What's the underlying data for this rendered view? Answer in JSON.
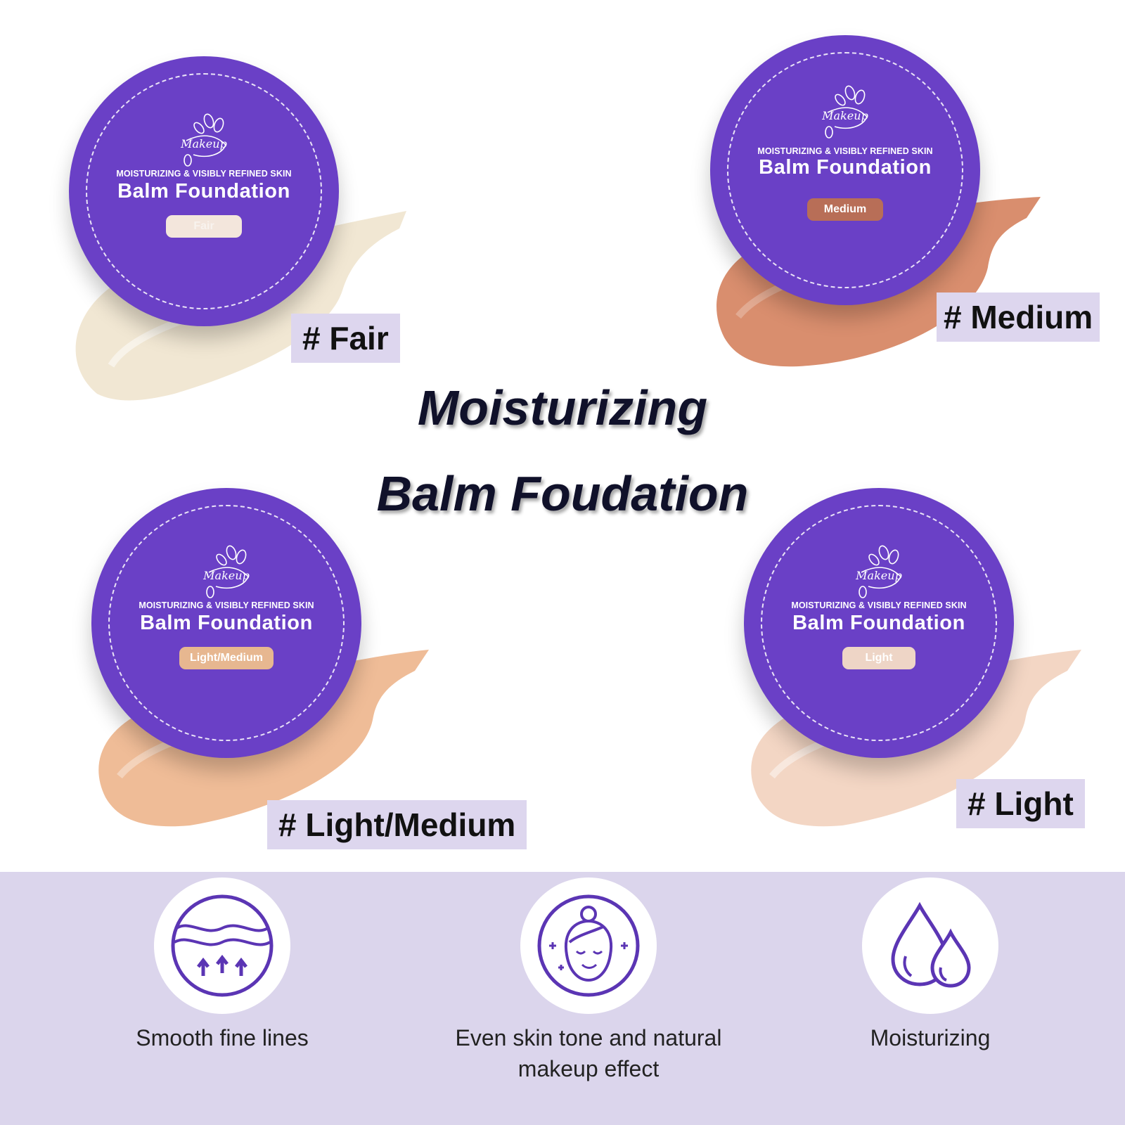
{
  "headline": {
    "line1": "Moisturizing",
    "line2": "Balm Foudation"
  },
  "products": [
    {
      "lid_subtitle": "MOISTURIZING & VISIBLY REFINED SKIN",
      "lid_title": "Balm Foundation",
      "logo_text": "Makeup",
      "shade_label": "Fair",
      "tag": "# Fair",
      "swatch_color": "#f1e7d3",
      "pill_color": "#f3e6dc"
    },
    {
      "lid_subtitle": "MOISTURIZING & VISIBLY REFINED SKIN",
      "lid_title": "Balm Foundation",
      "logo_text": "Makeup",
      "shade_label": "Medium",
      "tag": "# Medium",
      "swatch_color": "#d98e6e",
      "pill_color": "#b86e57"
    },
    {
      "lid_subtitle": "MOISTURIZING & VISIBLY REFINED SKIN",
      "lid_title": "Balm Foundation",
      "logo_text": "Makeup",
      "shade_label": "Light/Medium",
      "tag": "# Light/Medium",
      "swatch_color": "#efbc97",
      "pill_color": "#e7b790"
    },
    {
      "lid_subtitle": "MOISTURIZING & VISIBLY REFINED SKIN",
      "lid_title": "Balm Foundation",
      "logo_text": "Makeup",
      "shade_label": "Light",
      "tag": "# Light",
      "swatch_color": "#f3d6c4",
      "pill_color": "#eed5c6"
    }
  ],
  "features": [
    {
      "icon": "wave-arrows-icon",
      "text_line1": "Smooth fine lines",
      "text_line2": ""
    },
    {
      "icon": "face-icon",
      "text_line1": "Even skin tone and natural",
      "text_line2": "makeup effect"
    },
    {
      "icon": "water-drops-icon",
      "text_line1": "Moisturizing",
      "text_line2": ""
    }
  ],
  "colors": {
    "lid": "#6a40c6",
    "tag_bg": "#ddd6ee",
    "band_bg": "#dbd5ec",
    "icon": "#5b35b4"
  }
}
